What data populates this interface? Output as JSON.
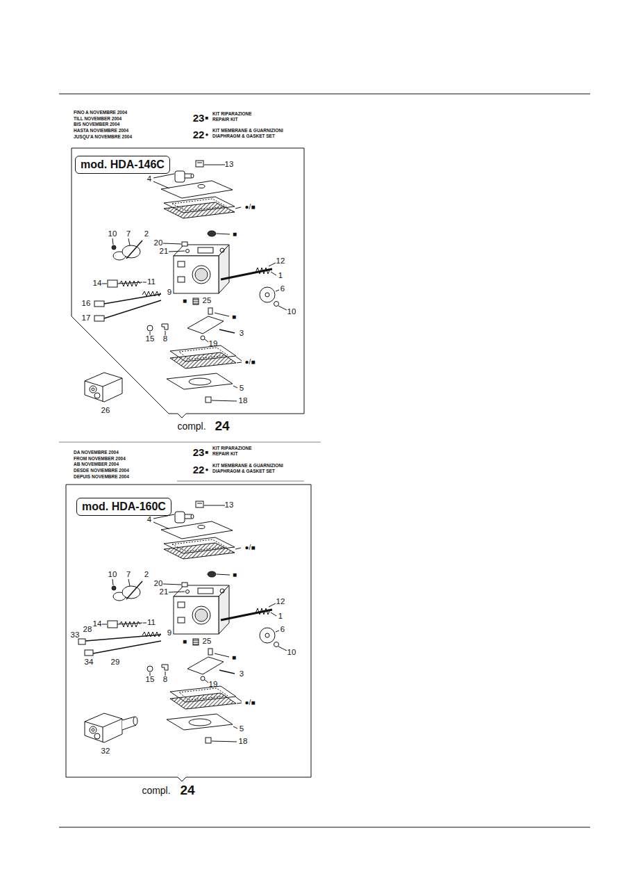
{
  "diagram": {
    "nodes": [
      {
        "text": [
          "mod. HDA-146C"
        ]
      },
      {
        "text": [
          "mod. HDA-160C"
        ]
      }
    ],
    "labels": [
      "FINO A NOVEMBRE 2004",
      "TILL NOVEMBER 2004",
      "BIS NOVEMBER 2004",
      "HASTA NOVIEMBRE 2004",
      "JUSQU'A NOVEMBRE 2004",
      "23",
      "■",
      "KIT RIPARAZIONE",
      "REPAIR KIT",
      "22",
      "●",
      "KIT MEMBRANE & GUARNIZIONI",
      "DIAPHRAGM & GASKET SET",
      "13",
      "4",
      "●/■",
      "■",
      "10",
      "7",
      "2",
      "20",
      "21",
      "12",
      "1",
      "14",
      "11",
      "9",
      "6",
      "10",
      "■",
      "25",
      "15",
      "8",
      "■",
      "3",
      "19",
      "●/■",
      "5",
      "18",
      "16",
      "17",
      "26",
      "compl.",
      "24",
      "DA NOVEMBRE 2004",
      "FROM NOVEMBER 2004",
      "AB NOVEMBER 2004",
      "DESDE NOVIEMBRE 2004",
      "DEPUIS NOVEMBRE 2004",
      "23",
      "■",
      "KIT RIPARAZIONE",
      "REPAIR KIT",
      "22",
      "●",
      "KIT MEMBRANE & GUARNIZIONI",
      "DIAPHRAGM & GASKET SET",
      "13",
      "4",
      "●/■",
      "■",
      "10",
      "7",
      "2",
      "20",
      "21",
      "12",
      "1",
      "14",
      "11",
      "9",
      "6",
      "10",
      "■",
      "25",
      "15",
      "8",
      "■",
      "3",
      "19",
      "●/■",
      "5",
      "18",
      "33",
      "28",
      "34",
      "29",
      "32",
      "compl.",
      "24"
    ]
  }
}
